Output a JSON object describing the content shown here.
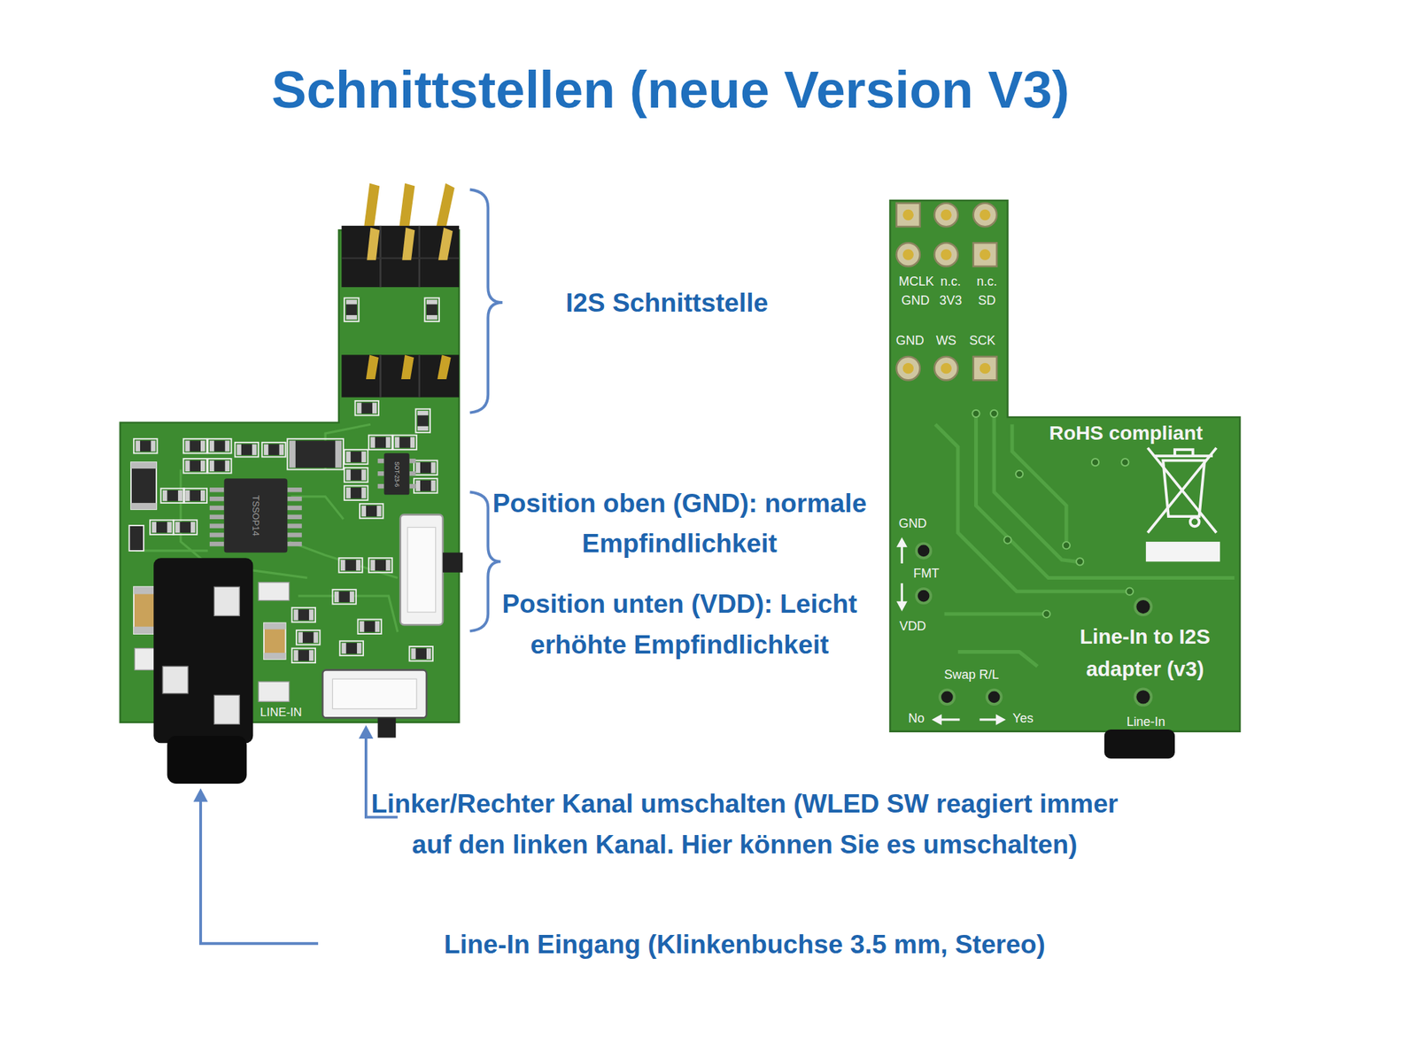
{
  "diagram": {
    "title": "Schnittstellen (neue Version V3)",
    "labels": [
      "I2S Schnittstelle",
      "MCLK",
      "n.c.",
      "n.c.",
      "GND",
      "3V3",
      "SD",
      "GND",
      "WS",
      "SCK",
      "RoHS compliant",
      "SOT-23-6",
      "TSSOP14",
      "Position oben (GND): normale Empfindlichkeit",
      "Position unten (VDD): Leicht erhöhte Empfindlichkeit",
      "GND",
      "FMT",
      "VDD",
      "Line-In to I2S adapter (v3)",
      "Swap R/L",
      "LINE-IN",
      "No",
      "Yes",
      "Line-In",
      "Linker/Rechter Kanal umschalten (WLED SW reagiert immer auf den linken Kanal. Hier können Sie es umschalten)",
      "Line-In Eingang (Klinkenbuchse 3.5 mm, Stereo)"
    ]
  }
}
